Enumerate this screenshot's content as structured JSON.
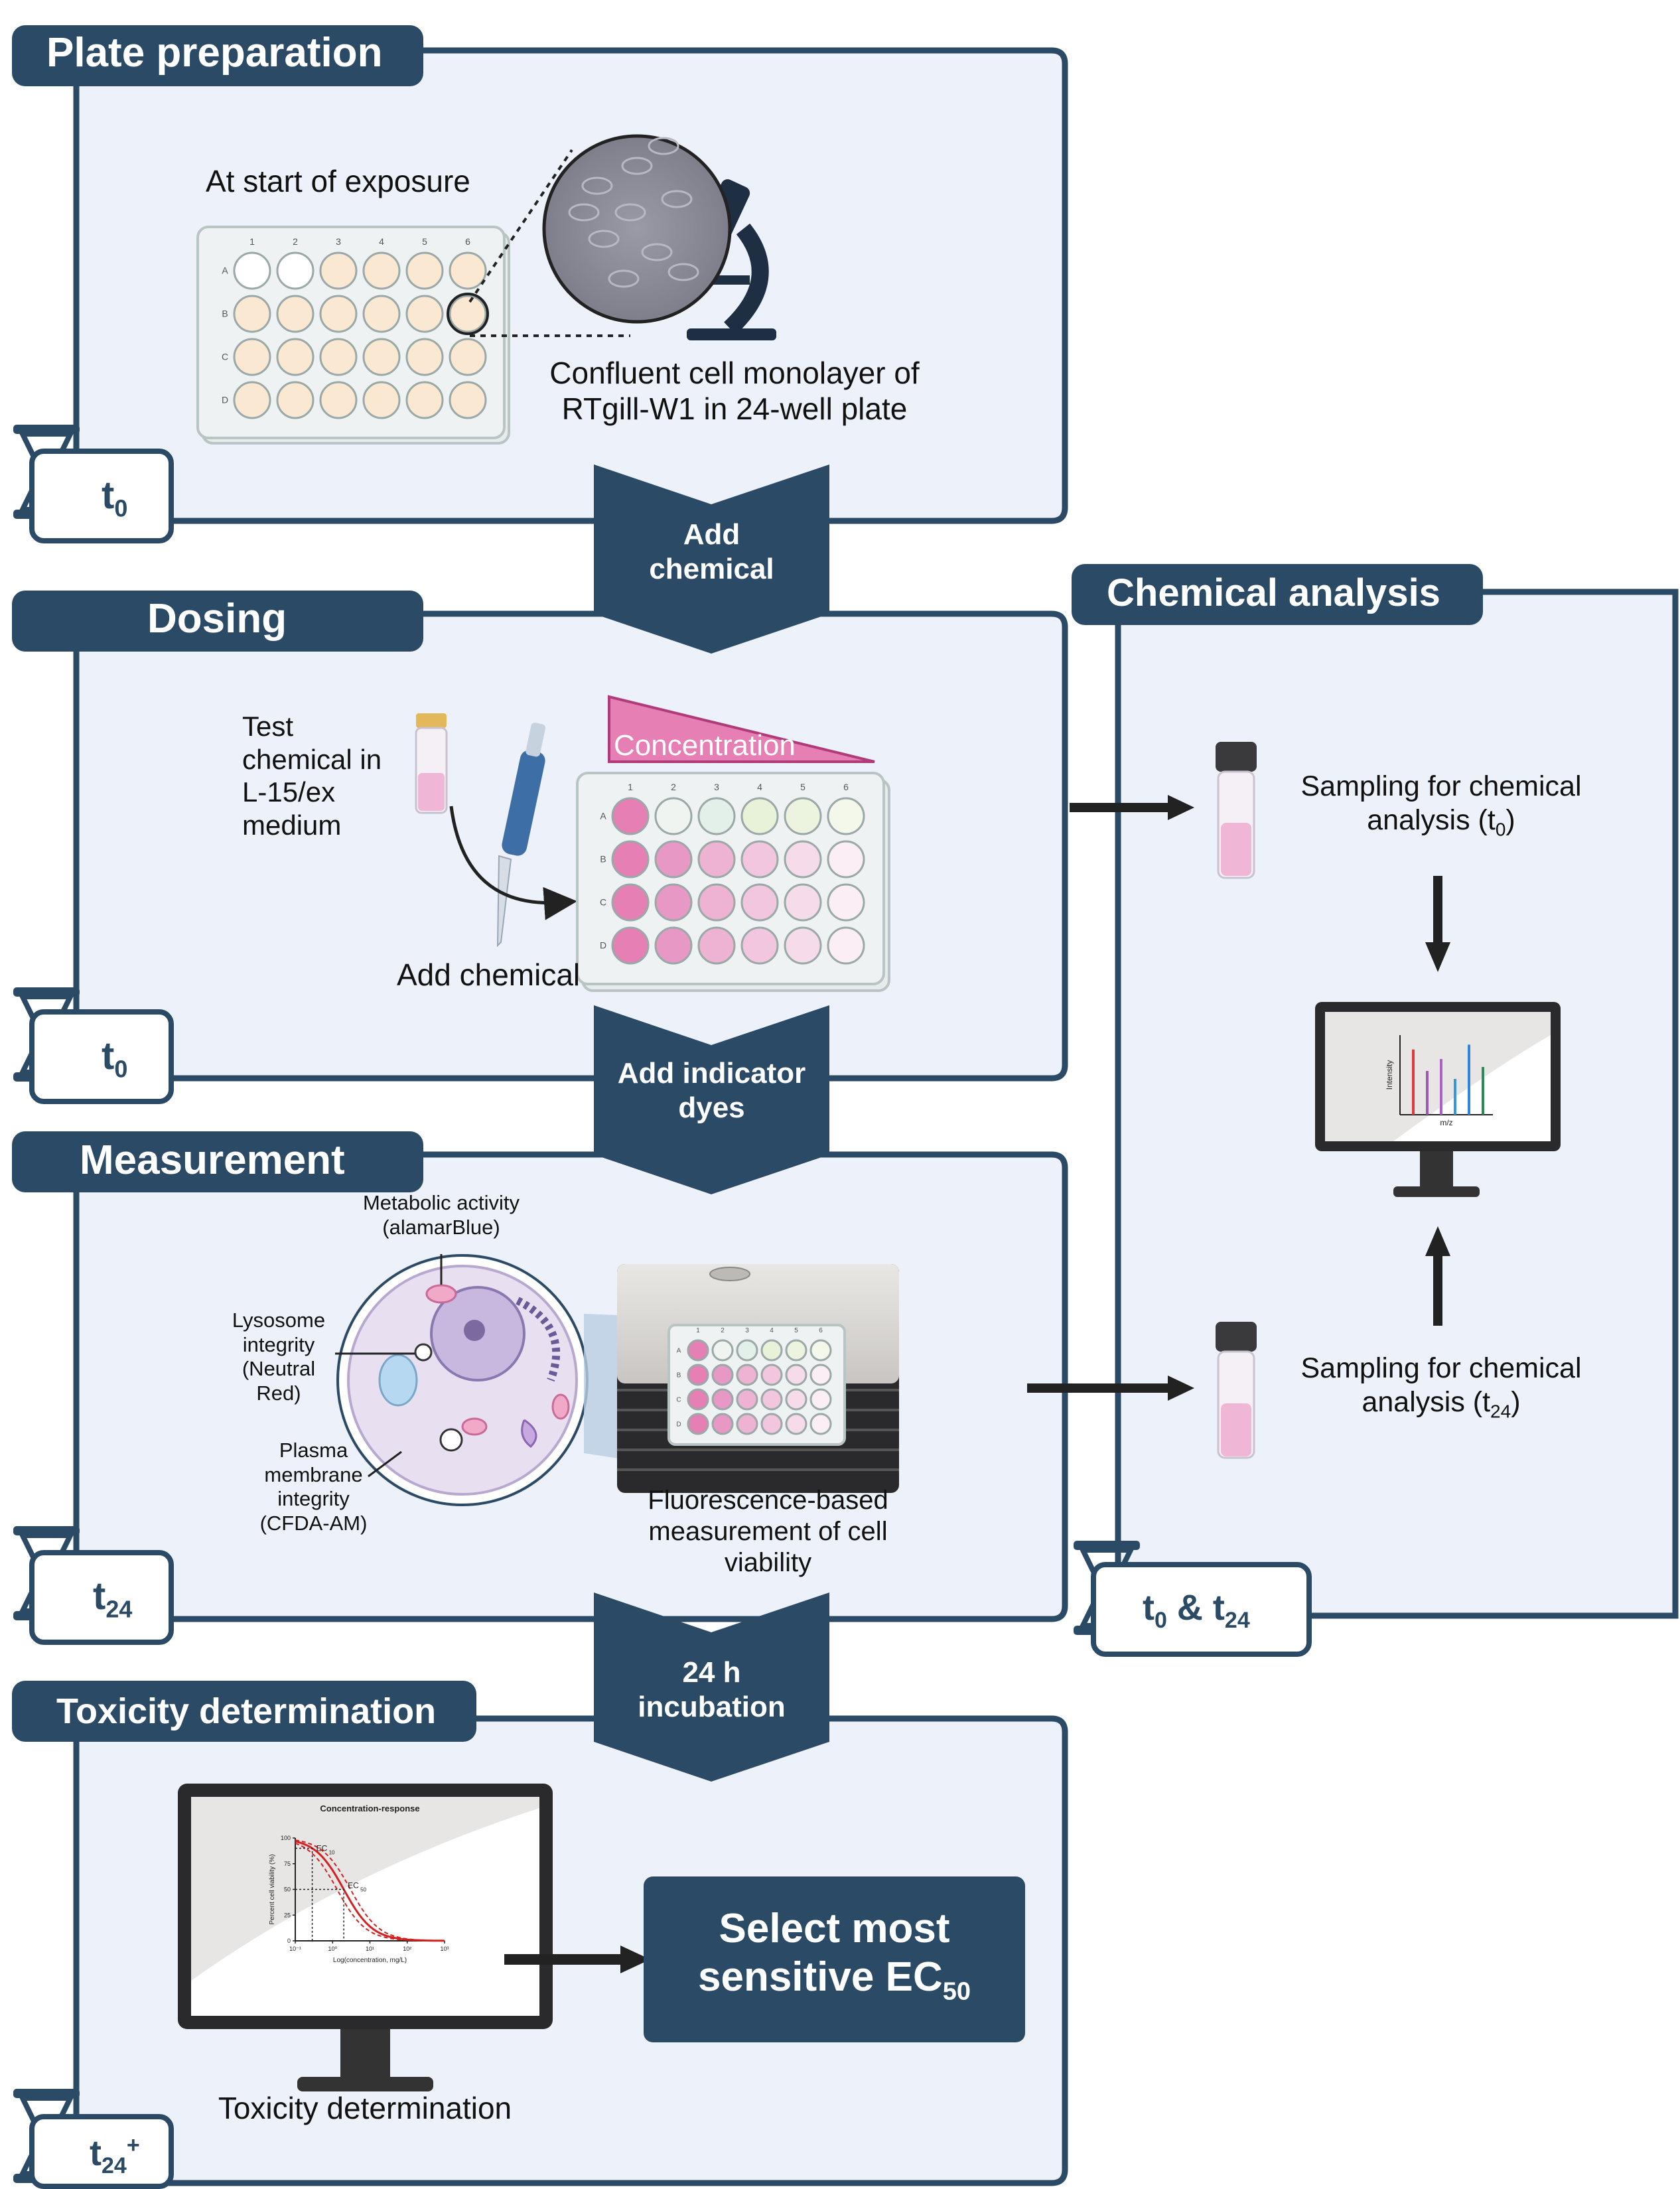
{
  "colors": {
    "navy": "#2b4a66",
    "panel_bg": "#edf2fa",
    "well_peach": "#fbe8d3",
    "pink": "#e57fb4",
    "accent_pink": "#d5549b"
  },
  "sections": {
    "plate_preparation": {
      "title": "Plate preparation",
      "clock": "t",
      "clock_sub": "0",
      "label_start": "At start of exposure",
      "label_monolayer": "Confluent cell monolayer of\nRTgill-W1 in 24-well plate"
    },
    "dosing": {
      "title": "Dosing",
      "clock": "t",
      "clock_sub": "0",
      "test_chemical": "Test\nchemical in\nL-15/ex\nmedium",
      "concentration": "Concentration",
      "add_chemical": "Add chemical"
    },
    "measurement": {
      "title": "Measurement",
      "clock": "t",
      "clock_sub": "24",
      "metabolic": "Metabolic activity\n(alamarBlue)",
      "lysosome": "Lysosome\nintegrity\n(Neutral\nRed)",
      "plasma": "Plasma\nmembrane\nintegrity\n(CFDA-AM)",
      "fluorescence": "Fluorescence-based\nmeasurement of cell\nviability"
    },
    "toxicity": {
      "title": "Toxicity determination",
      "clock": "t",
      "clock_sub": "24",
      "clock_sup": "+",
      "chart_title": "Concentration-response",
      "y_axis": "Percent cell viability (%)",
      "x_axis": "Log(concentration, mg/L)",
      "ec10": "EC",
      "ec10_sub": "10",
      "ec50": "EC",
      "ec50_sub": "50",
      "monitor_caption": "Toxicity determination",
      "select_line1": "Select most",
      "select_line2": "sensitive EC",
      "select_sub": "50"
    },
    "chemical_analysis": {
      "title": "Chemical analysis",
      "sampling_t0": "Sampling for chemical",
      "analysis_t0": "analysis (t",
      "analysis_t0_sub": "0",
      "sampling_t24": "Sampling for chemical",
      "analysis_t24": "analysis (t",
      "analysis_t24_sub": "24",
      "close_paren": ")",
      "ms_y": "Intensity",
      "ms_x": "m/z",
      "clock_a": "t",
      "clock_a_sub": "0",
      "clock_amp": " & ",
      "clock_b": "t",
      "clock_b_sub": "24"
    }
  },
  "flow_arrows": {
    "add_chemical": "Add\nchemical",
    "add_dyes": "Add indicator\ndyes",
    "incubation": "24 h\nincubation"
  },
  "plate_labels": {
    "cols": [
      "1",
      "2",
      "3",
      "4",
      "5",
      "6"
    ],
    "rows": [
      "A",
      "B",
      "C",
      "D"
    ]
  },
  "chart_data": {
    "type": "line",
    "title": "Concentration-response",
    "xlabel": "Log(concentration, mg/L)",
    "ylabel": "Percent cell viability (%)",
    "x_ticks": [
      "10⁻¹",
      "10⁰",
      "10¹",
      "10²",
      "10³"
    ],
    "y_ticks": [
      0,
      25,
      50,
      75,
      100
    ],
    "ylim": [
      0,
      100
    ],
    "annotations": [
      "EC10",
      "EC50"
    ]
  },
  "ms_chart": {
    "xlabel": "m/z",
    "ylabel": "Intensity",
    "peaks": [
      0.82,
      0.55,
      0.7,
      0.45,
      0.88,
      0.6
    ],
    "peak_colors": [
      "#e03b3b",
      "#9b59b6",
      "#b05fc9",
      "#3498db",
      "#2e86de",
      "#2e8b57"
    ]
  }
}
